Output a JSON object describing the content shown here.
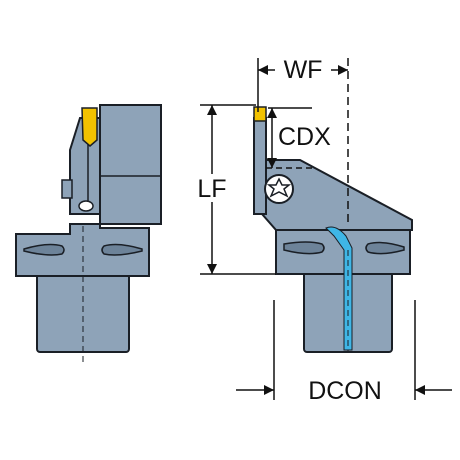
{
  "dimensions": {
    "wf": "WF",
    "cdx": "CDX",
    "lf": "LF",
    "dcon": "DCON"
  },
  "colors": {
    "body": "#8ea3b8",
    "body_dark": "#6d8399",
    "outline": "#1a1f26",
    "insert": "#f2c200",
    "coolant": "#3fb6e6",
    "dimension_line": "#111111"
  },
  "icons": {
    "screw": "torx-screw-icon",
    "insert": "cutting-insert-icon"
  }
}
